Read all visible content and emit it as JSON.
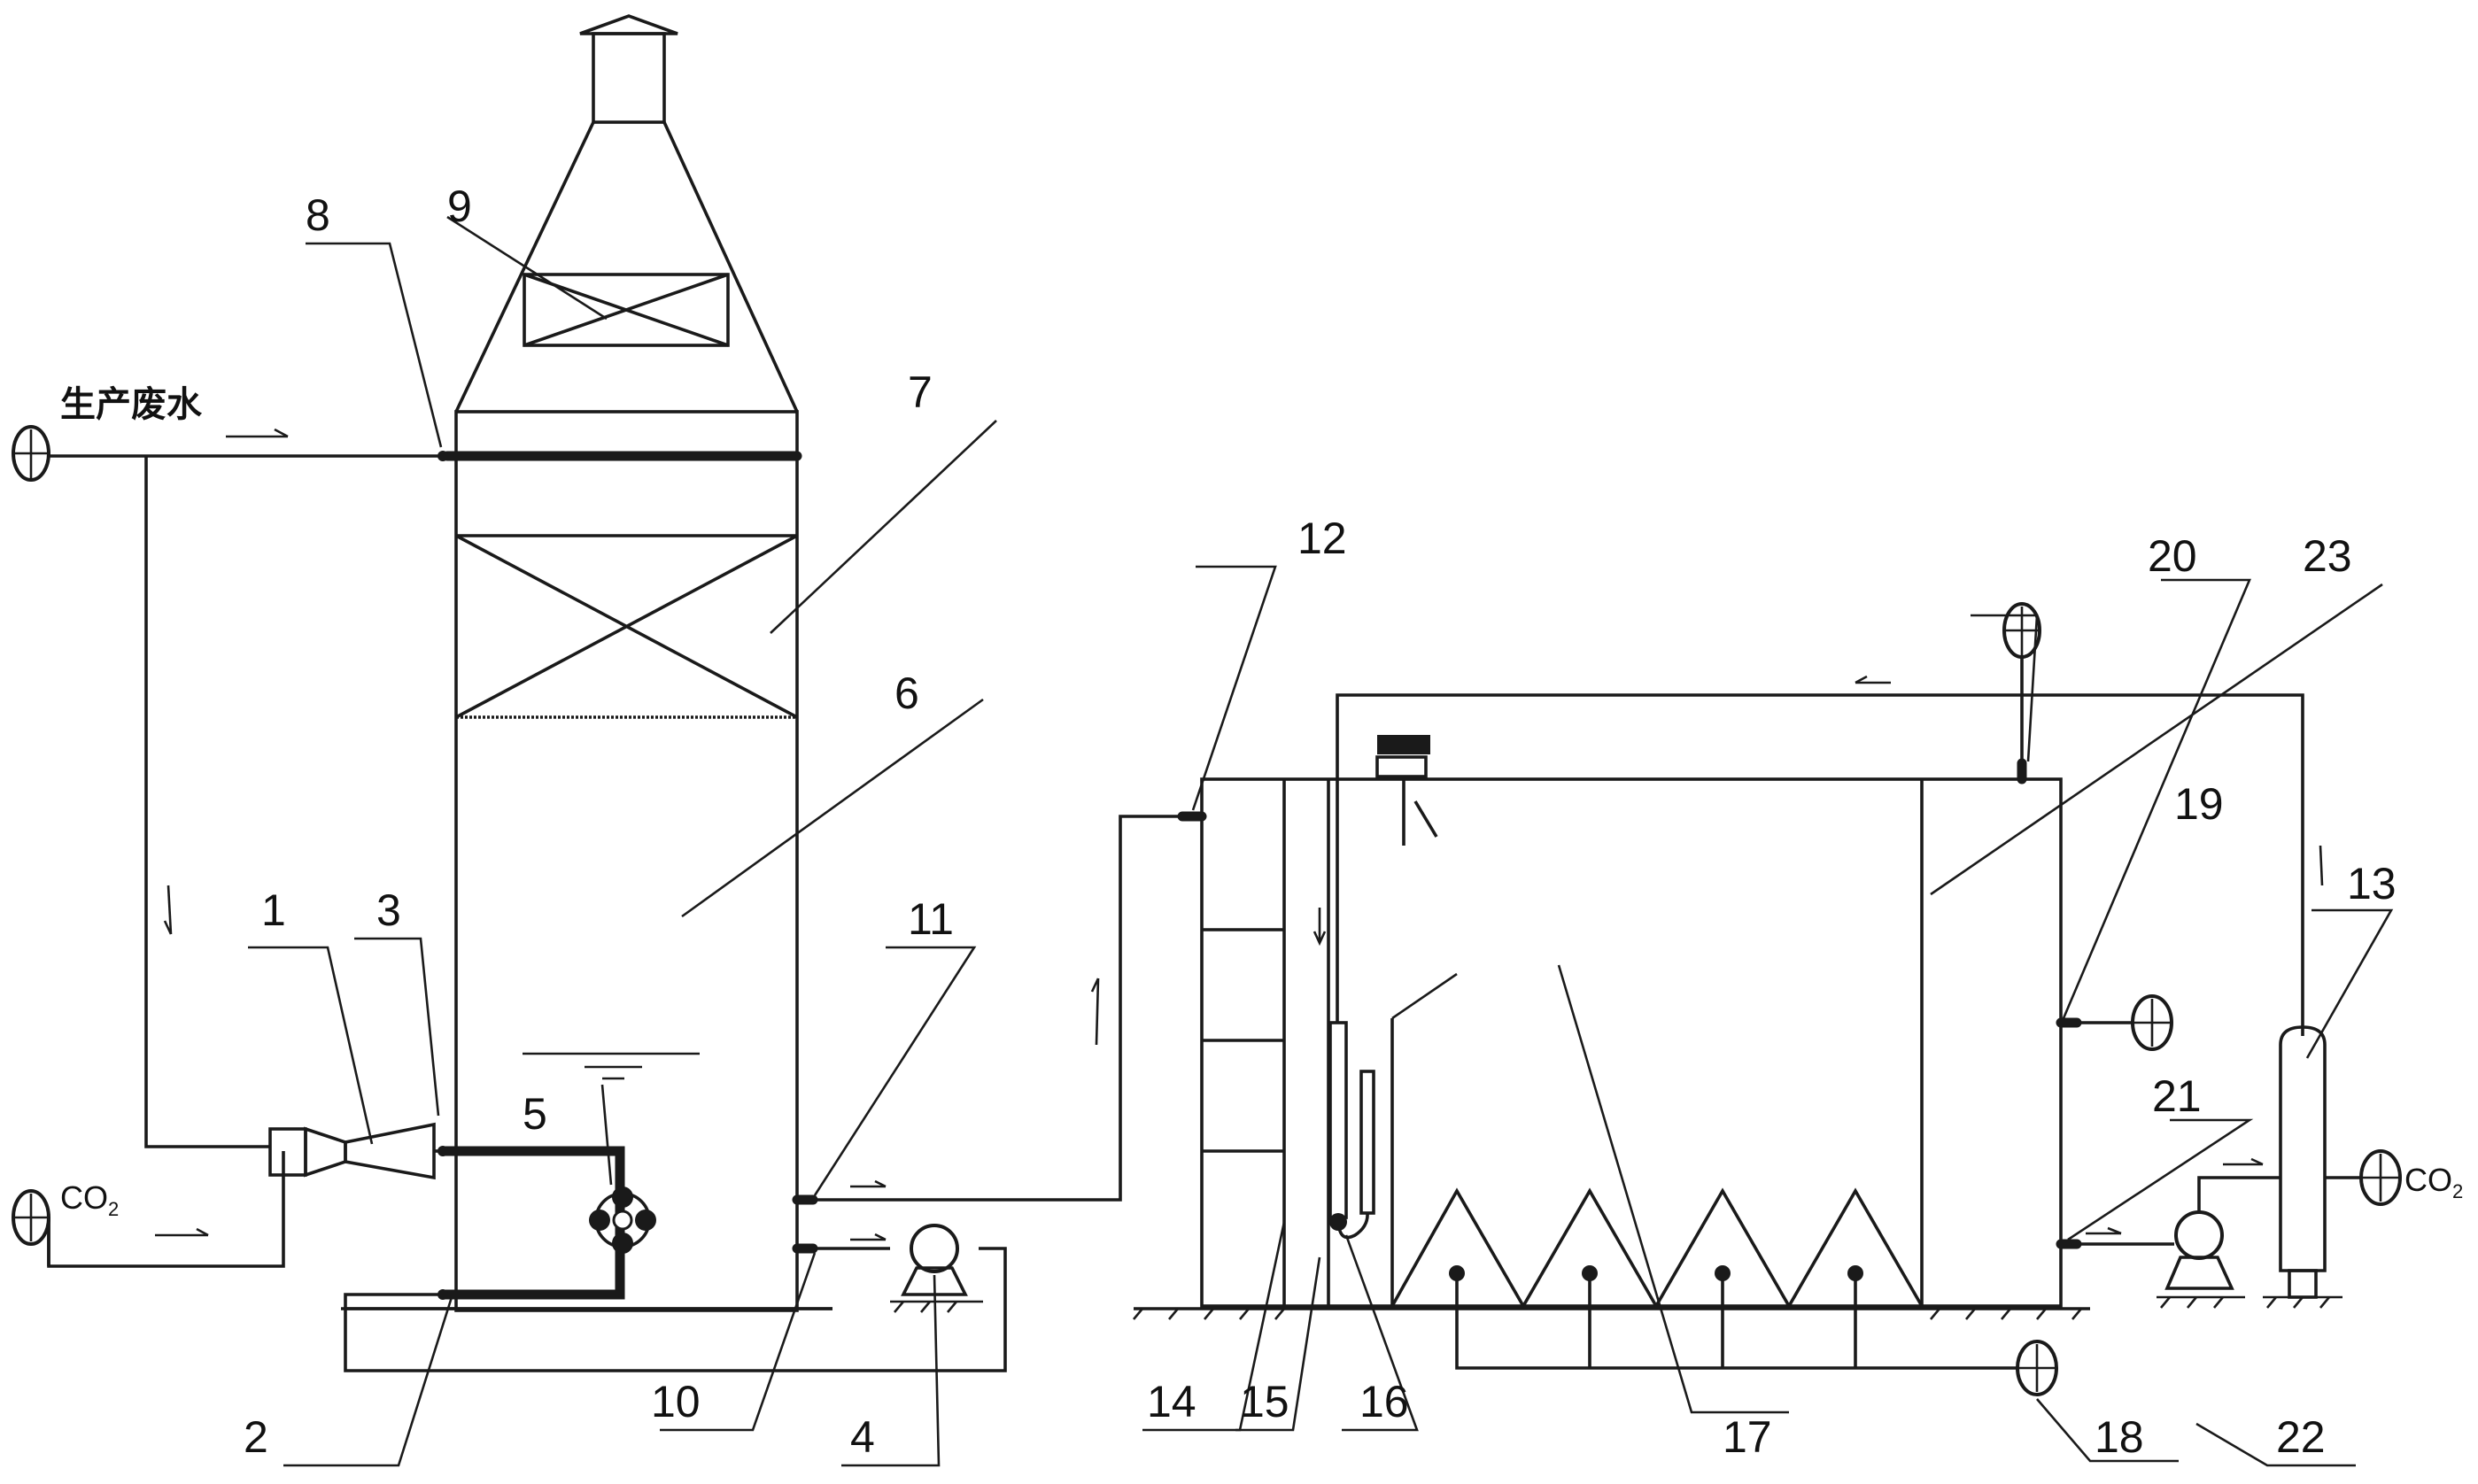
{
  "labels": {
    "wastewater": "生产废水",
    "co2_left_main": "CO",
    "co2_left_sub": "2",
    "co2_right_main": "CO",
    "co2_right_sub": "2"
  },
  "parts": [
    "1",
    "2",
    "3",
    "4",
    "5",
    "6",
    "7",
    "8",
    "9",
    "10",
    "11",
    "12",
    "13",
    "14",
    "15",
    "16",
    "17",
    "18",
    "19",
    "20",
    "21",
    "22",
    "23"
  ]
}
